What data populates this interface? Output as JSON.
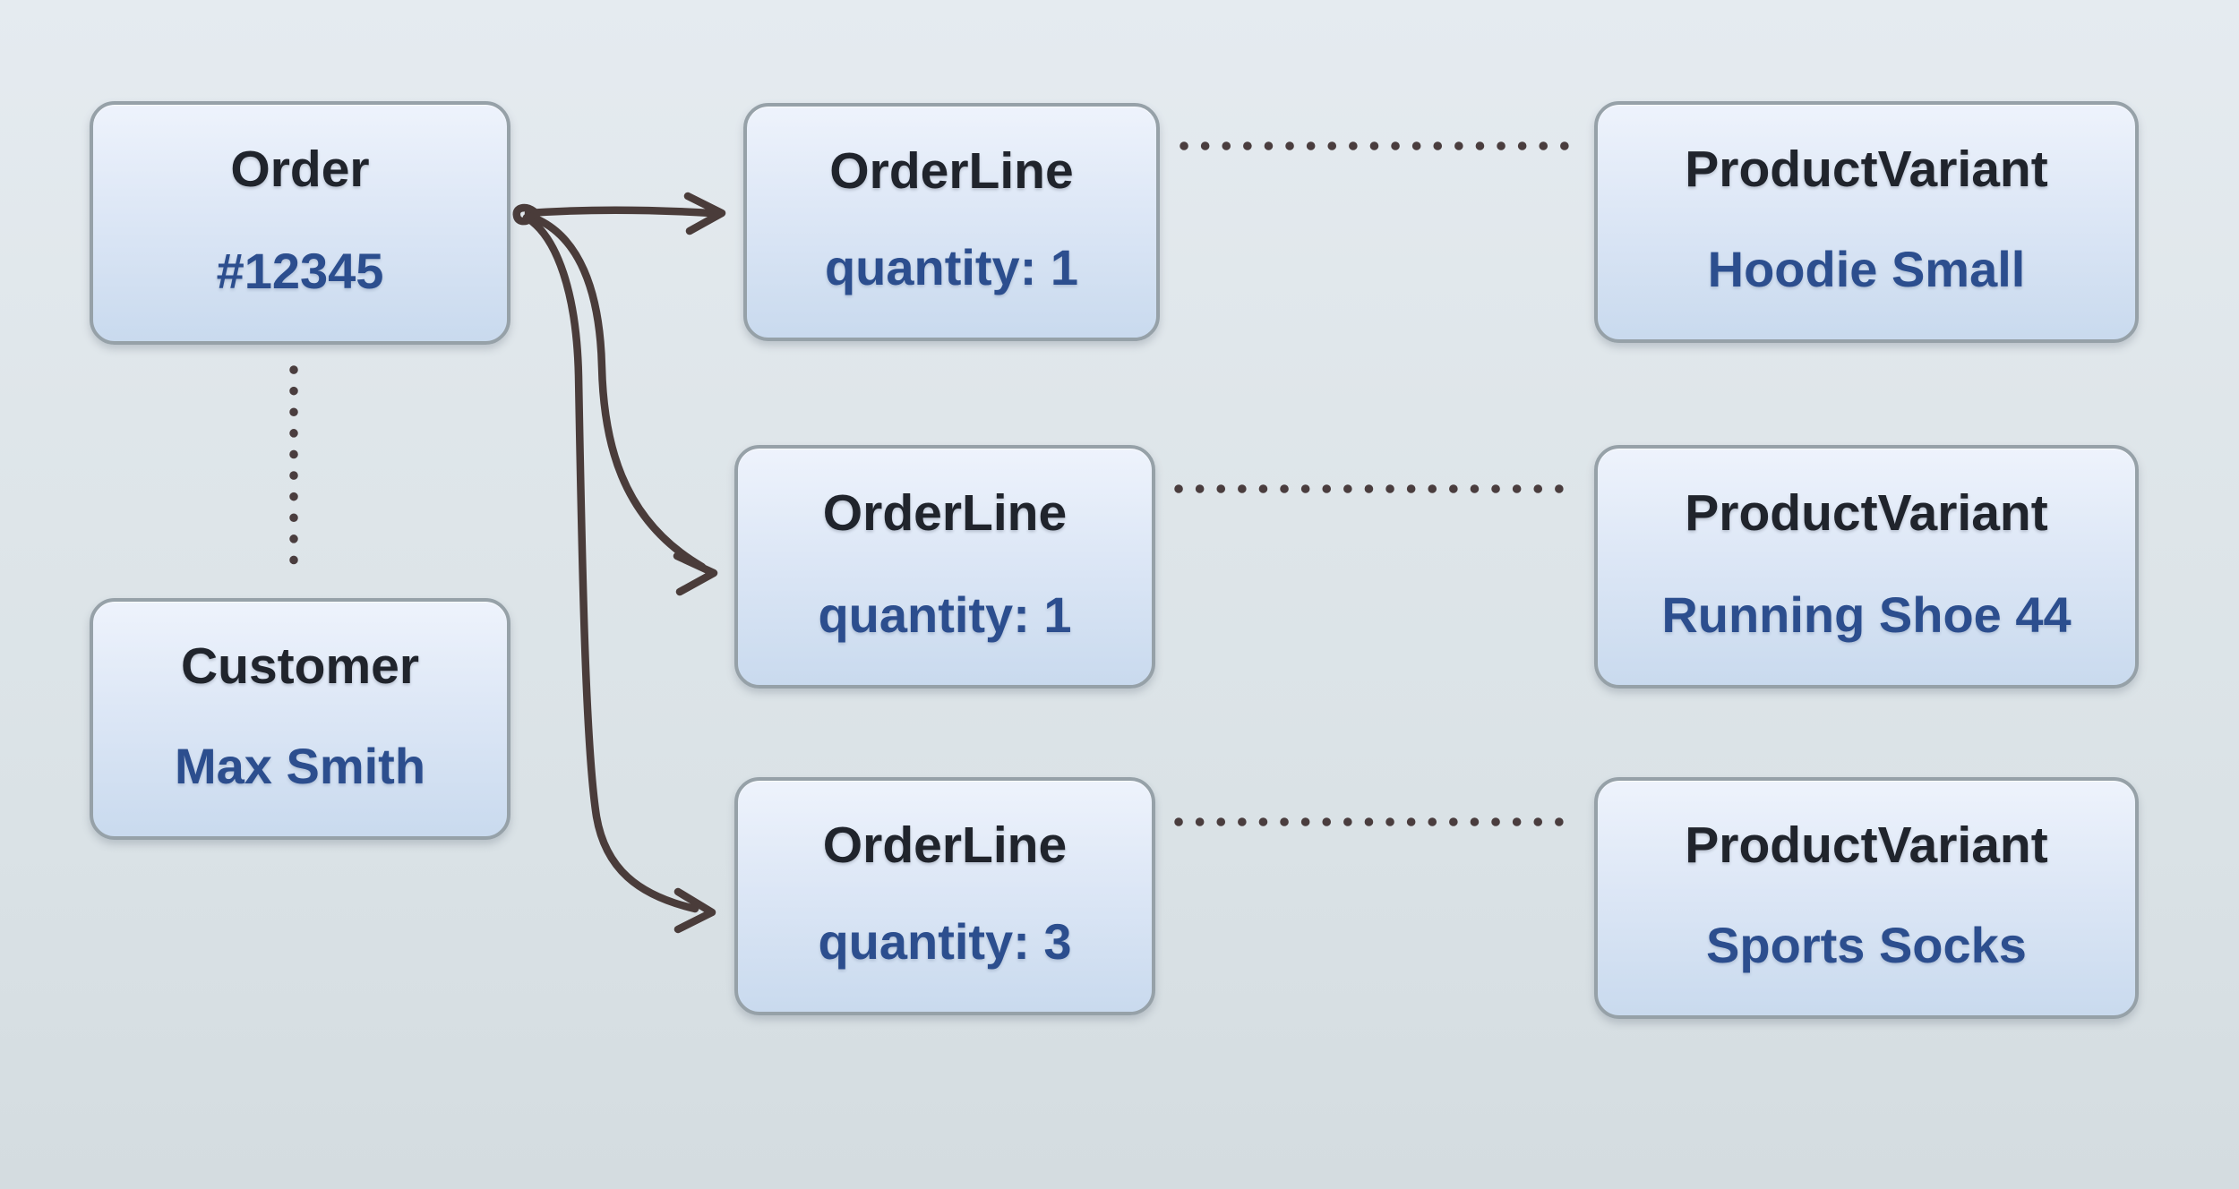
{
  "diagram": {
    "entities": {
      "order": {
        "title": "Order",
        "value": "#12345"
      },
      "customer": {
        "title": "Customer",
        "value": "Max Smith"
      },
      "orderline1": {
        "title": "OrderLine",
        "value": "quantity: 1"
      },
      "orderline2": {
        "title": "OrderLine",
        "value": "quantity: 1"
      },
      "orderline3": {
        "title": "OrderLine",
        "value": "quantity: 3"
      },
      "productvariant1": {
        "title": "ProductVariant",
        "value": "Hoodie Small"
      },
      "productvariant2": {
        "title": "ProductVariant",
        "value": "Running Shoe 44"
      },
      "productvariant3": {
        "title": "ProductVariant",
        "value": "Sports Socks"
      }
    },
    "relations": [
      {
        "from": "order",
        "to": "customer",
        "style": "dotted-line"
      },
      {
        "from": "order",
        "to": "orderline1",
        "style": "solid-arrow"
      },
      {
        "from": "order",
        "to": "orderline2",
        "style": "solid-arrow"
      },
      {
        "from": "order",
        "to": "orderline3",
        "style": "solid-arrow"
      },
      {
        "from": "orderline1",
        "to": "productvariant1",
        "style": "dotted-line"
      },
      {
        "from": "orderline2",
        "to": "productvariant2",
        "style": "dotted-line"
      },
      {
        "from": "orderline3",
        "to": "productvariant3",
        "style": "dotted-line"
      }
    ],
    "colors": {
      "background_top": "#e5ebf0",
      "background_bottom": "#d4dce0",
      "box_border": "#96a1a8",
      "box_gradient_top": "#eef3fc",
      "box_gradient_bottom": "#c9daee",
      "title_text": "#20242c",
      "value_text": "#2c4e8e",
      "connector": "#4a3c3a"
    }
  }
}
